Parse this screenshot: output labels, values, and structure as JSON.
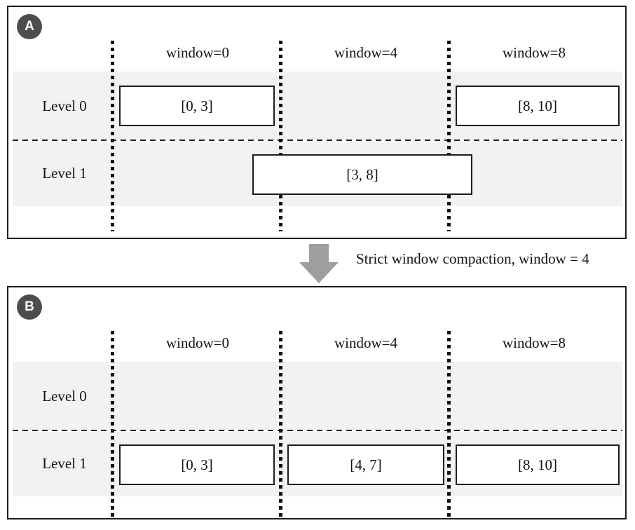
{
  "arrow": {
    "label": "Strict window compaction, window = 4"
  },
  "colors": {
    "band": "#f2f2f2",
    "badge_bg": "#4d4d4d",
    "badge_text": "#ffffff",
    "arrow": "#9e9e9e",
    "border": "#1c1c1c"
  },
  "panels": [
    {
      "badge": "A",
      "columns": [
        "window=0",
        "window=4",
        "window=8"
      ],
      "rows": [
        {
          "label": "Level 0",
          "boxes": [
            {
              "label": "[0, 3]"
            },
            {
              "label": "[8, 10]"
            }
          ]
        },
        {
          "label": "Level 1",
          "boxes": [
            {
              "label": "[3, 8]"
            }
          ]
        }
      ]
    },
    {
      "badge": "B",
      "columns": [
        "window=0",
        "window=4",
        "window=8"
      ],
      "rows": [
        {
          "label": "Level 0",
          "boxes": []
        },
        {
          "label": "Level 1",
          "boxes": [
            {
              "label": "[0, 3]"
            },
            {
              "label": "[4, 7]"
            },
            {
              "label": "[8, 10]"
            }
          ]
        }
      ]
    }
  ]
}
